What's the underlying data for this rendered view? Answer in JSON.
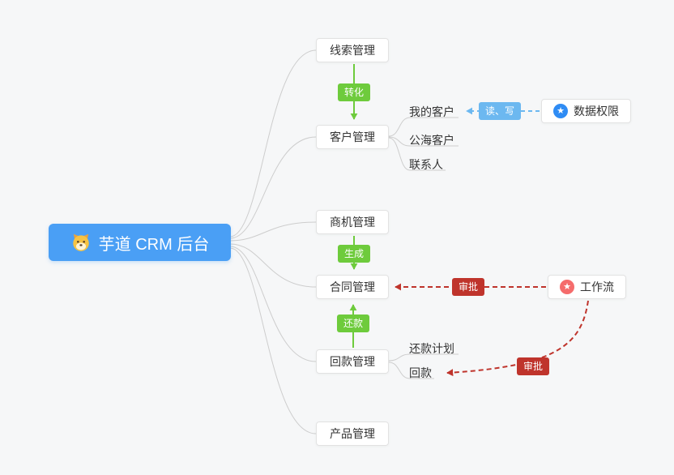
{
  "root": {
    "label": "芋道 CRM 后台",
    "icon": "dog-icon",
    "color": "#4a9ff5"
  },
  "modules": [
    {
      "label": "线索管理"
    },
    {
      "label": "客户管理",
      "children": [
        "我的客户",
        "公海客户",
        "联系人"
      ]
    },
    {
      "label": "商机管理"
    },
    {
      "label": "合同管理"
    },
    {
      "label": "回款管理",
      "children": [
        "还款计划",
        "回款"
      ]
    },
    {
      "label": "产品管理"
    }
  ],
  "side_nodes": [
    {
      "label": "数据权限",
      "icon": "star-icon",
      "icon_color": "#2f8cf4"
    },
    {
      "label": "工作流",
      "icon": "star-icon",
      "icon_color": "#f56c6c"
    }
  ],
  "edges": [
    {
      "from": "线索管理",
      "to": "客户管理",
      "label": "转化",
      "style": "solid-green-arrow"
    },
    {
      "from": "商机管理",
      "to": "合同管理",
      "label": "生成",
      "style": "solid-green-arrow"
    },
    {
      "from": "回款管理",
      "to": "合同管理",
      "label": "还款",
      "style": "solid-green-arrow"
    },
    {
      "from": "数据权限",
      "to": "我的客户",
      "label": "读、写",
      "style": "dashed-blue-arrow"
    },
    {
      "from": "工作流",
      "to": "合同管理",
      "label": "审批",
      "style": "dashed-red-arrow"
    },
    {
      "from": "工作流",
      "to": "回款",
      "label": "审批",
      "style": "dashed-red-arrow"
    }
  ],
  "colors": {
    "background": "#f6f7f8",
    "root_node_blue": "#4a9ff5",
    "action_green": "#6ecb3c",
    "permission_blue": "#6cb8f0",
    "approval_red": "#bf342c",
    "connector_gray": "#cdcdcd",
    "node_border": "#e2e2e2",
    "node_text": "#333333",
    "permission_icon_blue": "#2f8cf4",
    "workflow_icon_red": "#f56c6c"
  }
}
